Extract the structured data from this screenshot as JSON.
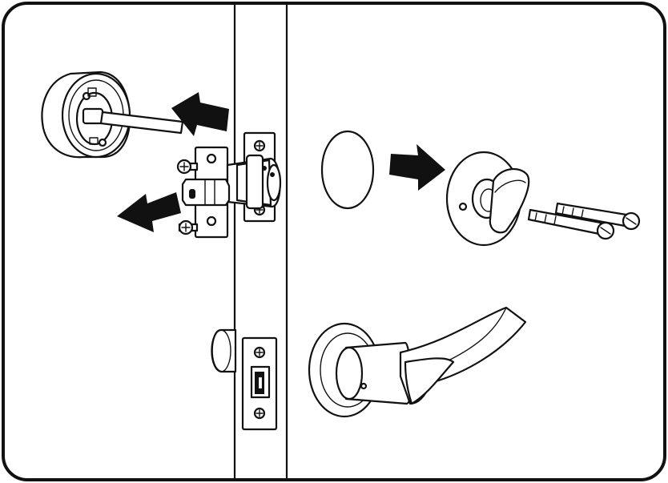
{
  "diagram": {
    "type": "installation-illustration",
    "step": "remove-deadbolt-and-install-plate",
    "components": [
      {
        "name": "exterior-deadbolt-cylinder"
      },
      {
        "name": "tailpiece"
      },
      {
        "name": "deadbolt-latch"
      },
      {
        "name": "latch-screws"
      },
      {
        "name": "door-edge-strike-plate"
      },
      {
        "name": "hole-cover-plate"
      },
      {
        "name": "thumbturn"
      },
      {
        "name": "long-screws"
      },
      {
        "name": "lever-handle"
      },
      {
        "name": "passage-latch"
      },
      {
        "name": "exterior-knob-stub"
      }
    ],
    "arrows": [
      {
        "direction": "left",
        "target": "tailpiece"
      },
      {
        "direction": "left",
        "target": "deadbolt-latch"
      },
      {
        "direction": "right",
        "target": "thumbturn"
      }
    ],
    "colors": {
      "ink": "#111111",
      "background": "#ffffff"
    }
  }
}
